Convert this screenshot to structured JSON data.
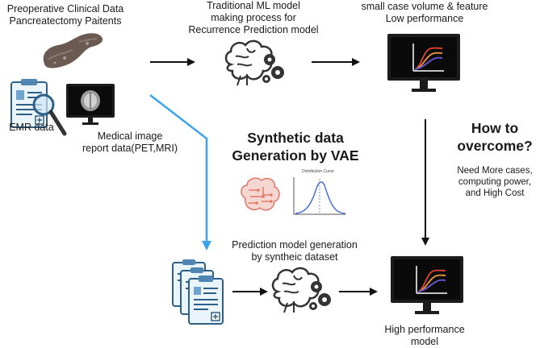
{
  "input": {
    "title_line1": "Preoperative Clinical Data",
    "title_line2": "Pancreatectomy Paitents",
    "emr_label": "EMR data",
    "image_label_line1": "Medical image",
    "image_label_line2": "report data(PET,MRI)"
  },
  "traditional": {
    "line1": "Traditional ML model",
    "line2": "making process  for",
    "line3": "Recurrence Prediction model"
  },
  "low_perf": {
    "line1": "small case volume & feature",
    "line2": "Low performance"
  },
  "synthetic": {
    "line1": "Synthetic data",
    "line2": "Generation by VAE",
    "graph_caption": "Distribution Curve"
  },
  "overcome": {
    "line1": "How to",
    "line2": "overcome?",
    "need1": "Need More cases,",
    "need2": "computing power,",
    "need3": "and High  Cost"
  },
  "prediction": {
    "line1": "Prediction model generation",
    "line2": "by syntheic dataset"
  },
  "high_perf": {
    "line1": "High performance",
    "line2": "model"
  },
  "colors": {
    "blue_arrow": "#3ba3ea",
    "black_arrow": "#111111",
    "monitor_body": "#1c1c1c",
    "curve_red": "#e0462f",
    "curve_orange": "#f29a3b",
    "curve_purple": "#6b5bd6",
    "pancreas": "#6b5a52"
  },
  "icons": [
    "pancreas-icon",
    "emr-document-icon",
    "magnifier-icon",
    "brain-scan-monitor-icon",
    "brain-gears-icon",
    "monitor-chart-icon",
    "brain-circuit-icon",
    "distribution-graph-icon",
    "document-stack-icon"
  ]
}
